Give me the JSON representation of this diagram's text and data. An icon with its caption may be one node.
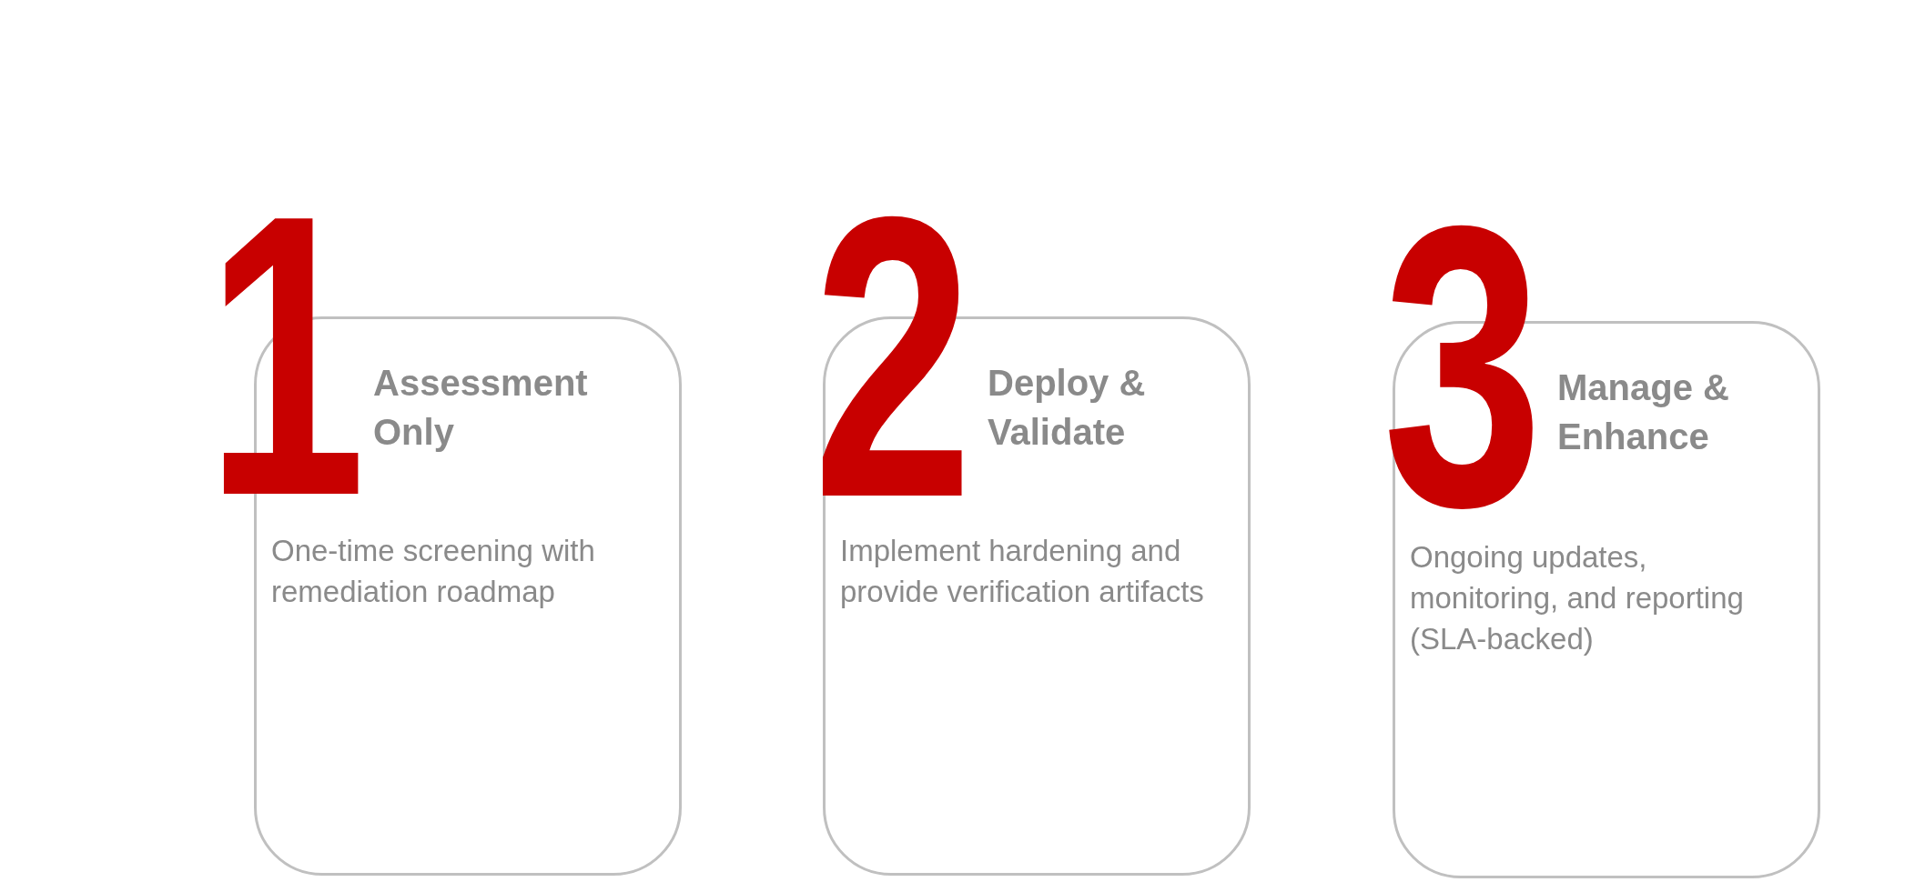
{
  "diagram": {
    "nodes": [
      {
        "text": [
          "1",
          "Assessment Only",
          "One-time screening with remediation roadmap"
        ]
      },
      {
        "text": [
          "2",
          "Deploy & Validate",
          "Implement hardening and provide verification artifacts"
        ]
      },
      {
        "text": [
          "3",
          "Manage & Enhance",
          "Ongoing updates, monitoring, and reporting (SLA-backed)"
        ]
      }
    ]
  }
}
